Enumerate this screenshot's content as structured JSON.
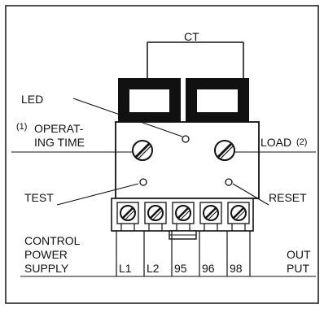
{
  "labels": {
    "ct": "CT",
    "led": "LED",
    "operating_marker": "(1)",
    "operating_line1": "OPERAT-",
    "operating_line2": "ING TIME",
    "load": "LOAD",
    "load_marker": "(2)",
    "test": "TEST",
    "reset": "RESET",
    "control_line1": "CONTROL",
    "control_line2": "POWER",
    "control_line3": "SUPPLY",
    "output_line1": "OUT",
    "output_line2": "PUT"
  },
  "terminals": [
    "L1",
    "L2",
    "95",
    "96",
    "98"
  ]
}
